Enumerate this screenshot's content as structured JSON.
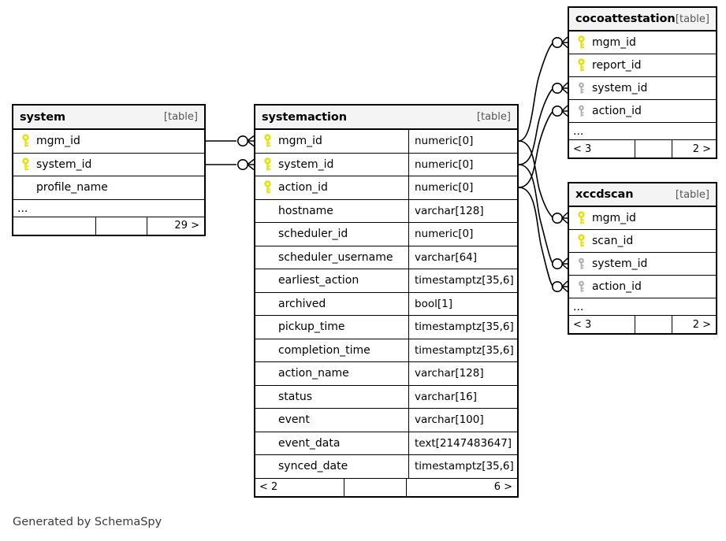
{
  "diagram": {
    "caption": "Generated by SchemaSpy",
    "kind_label": "[table]",
    "ellipsis": "...",
    "key_icon_primary": "key-icon-primary",
    "key_icon_foreign": "key-icon-foreign",
    "colors": {
      "primary_key": "#e3e312",
      "foreign_key": "#b0b0b0",
      "header_bg": "#f4f4f4",
      "border": "#000000",
      "background": "#ffffff",
      "caption_text": "#3b3b3b"
    }
  },
  "tables": {
    "system": {
      "name": "system",
      "kind": "[table]",
      "columns": [
        {
          "name": "mgm_id",
          "key": "primary",
          "type": ""
        },
        {
          "name": "system_id",
          "key": "primary",
          "type": ""
        },
        {
          "name": "profile_name",
          "key": "none",
          "type": ""
        }
      ],
      "more": "...",
      "footer": {
        "left": "",
        "mid": "",
        "right": "29 >"
      }
    },
    "systemaction": {
      "name": "systemaction",
      "kind": "[table]",
      "columns": [
        {
          "name": "mgm_id",
          "key": "primary",
          "type": "numeric[0]"
        },
        {
          "name": "system_id",
          "key": "primary",
          "type": "numeric[0]"
        },
        {
          "name": "action_id",
          "key": "primary",
          "type": "numeric[0]"
        },
        {
          "name": "hostname",
          "key": "none",
          "type": "varchar[128]"
        },
        {
          "name": "scheduler_id",
          "key": "none",
          "type": "numeric[0]"
        },
        {
          "name": "scheduler_username",
          "key": "none",
          "type": "varchar[64]"
        },
        {
          "name": "earliest_action",
          "key": "none",
          "type": "timestamptz[35,6]"
        },
        {
          "name": "archived",
          "key": "none",
          "type": "bool[1]"
        },
        {
          "name": "pickup_time",
          "key": "none",
          "type": "timestamptz[35,6]"
        },
        {
          "name": "completion_time",
          "key": "none",
          "type": "timestamptz[35,6]"
        },
        {
          "name": "action_name",
          "key": "none",
          "type": "varchar[128]"
        },
        {
          "name": "status",
          "key": "none",
          "type": "varchar[16]"
        },
        {
          "name": "event",
          "key": "none",
          "type": "varchar[100]"
        },
        {
          "name": "event_data",
          "key": "none",
          "type": "text[2147483647]"
        },
        {
          "name": "synced_date",
          "key": "none",
          "type": "timestamptz[35,6]"
        }
      ],
      "footer": {
        "left": "< 2",
        "mid": "",
        "right": "6 >"
      }
    },
    "cocoattestation": {
      "name": "cocoattestation",
      "kind": "[table]",
      "columns": [
        {
          "name": "mgm_id",
          "key": "primary",
          "type": ""
        },
        {
          "name": "report_id",
          "key": "primary",
          "type": ""
        },
        {
          "name": "system_id",
          "key": "foreign",
          "type": ""
        },
        {
          "name": "action_id",
          "key": "foreign",
          "type": ""
        }
      ],
      "more": "...",
      "footer": {
        "left": "< 3",
        "mid": "",
        "right": "2 >"
      }
    },
    "xccdscan": {
      "name": "xccdscan",
      "kind": "[table]",
      "columns": [
        {
          "name": "mgm_id",
          "key": "primary",
          "type": ""
        },
        {
          "name": "scan_id",
          "key": "primary",
          "type": ""
        },
        {
          "name": "system_id",
          "key": "foreign",
          "type": ""
        },
        {
          "name": "action_id",
          "key": "foreign",
          "type": ""
        }
      ],
      "more": "...",
      "footer": {
        "left": "< 3",
        "mid": "",
        "right": "2 >"
      }
    }
  },
  "relationships": [
    {
      "from_table": "system",
      "from_column": "mgm_id",
      "to_table": "systemaction",
      "to_column": "mgm_id",
      "notation": "zero-or-many"
    },
    {
      "from_table": "system",
      "from_column": "system_id",
      "to_table": "systemaction",
      "to_column": "system_id",
      "notation": "zero-or-many"
    },
    {
      "from_table": "systemaction",
      "from_column": "mgm_id",
      "to_table": "cocoattestation",
      "to_column": "mgm_id",
      "notation": "zero-or-many"
    },
    {
      "from_table": "systemaction",
      "from_column": "system_id",
      "to_table": "cocoattestation",
      "to_column": "system_id",
      "notation": "zero-or-many"
    },
    {
      "from_table": "systemaction",
      "from_column": "action_id",
      "to_table": "cocoattestation",
      "to_column": "action_id",
      "notation": "zero-or-many"
    },
    {
      "from_table": "systemaction",
      "from_column": "mgm_id",
      "to_table": "xccdscan",
      "to_column": "mgm_id",
      "notation": "zero-or-many"
    },
    {
      "from_table": "systemaction",
      "from_column": "system_id",
      "to_table": "xccdscan",
      "to_column": "system_id",
      "notation": "zero-or-many"
    },
    {
      "from_table": "systemaction",
      "from_column": "action_id",
      "to_table": "xccdscan",
      "to_column": "action_id",
      "notation": "zero-or-many"
    }
  ]
}
